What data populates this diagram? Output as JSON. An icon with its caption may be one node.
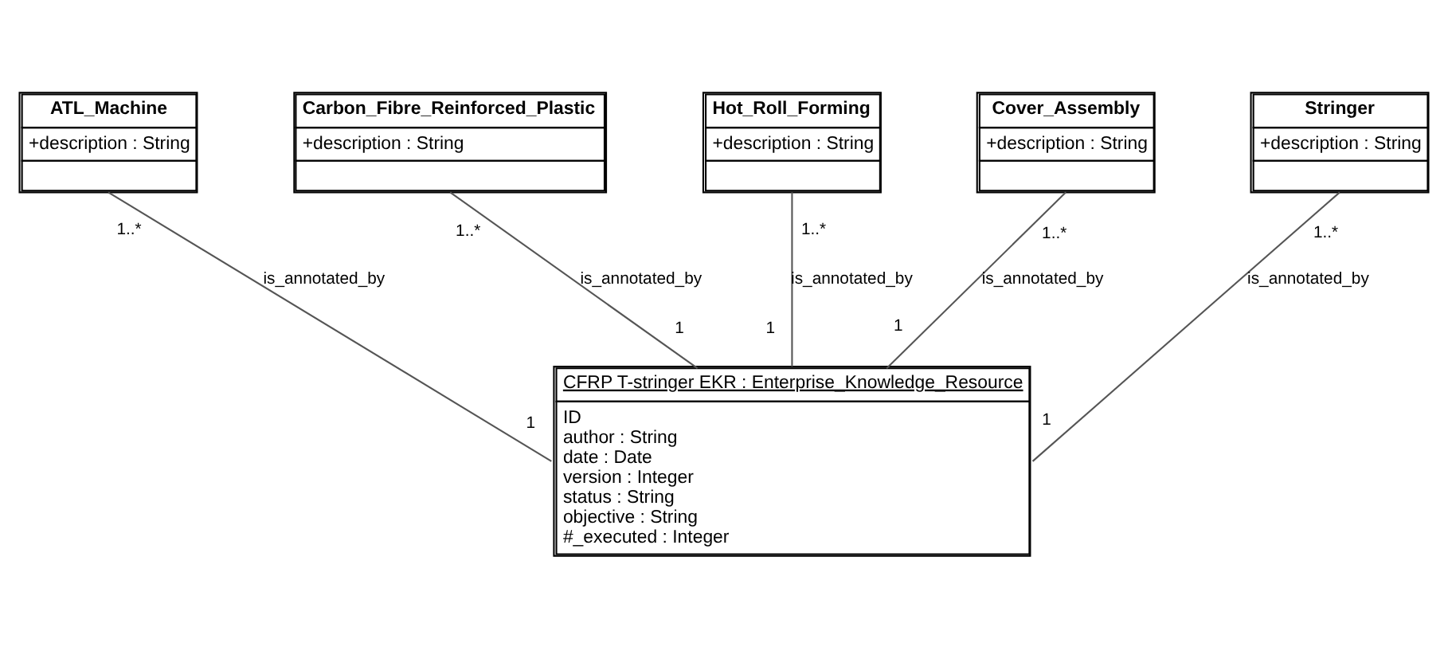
{
  "diagram": {
    "nodes": [
      {
        "text": [
          "Hot_Roll_Forming",
          "+description : String"
        ]
      },
      {
        "text": [
          "Carbon_Fibre_Reinforced_Plastic",
          "+description : String"
        ]
      },
      {
        "text": [
          "Cover_Assembly",
          "+description : String"
        ]
      },
      {
        "text": [
          "ATL_Machine",
          "+description : String"
        ]
      },
      {
        "text": [
          "Stringer",
          "+description : String"
        ]
      },
      {
        "text": [
          "CFRP T-stringer EKR : Enterprise_Knowledge_Resource",
          "ID",
          "author : String",
          "date : Date",
          "version : Integer",
          "status : String",
          "objective : String",
          "#_executed : Integer"
        ]
      }
    ],
    "edges": [
      {
        "from": 5,
        "to": 0,
        "arrow": "none",
        "label": "is_annotated_by"
      },
      {
        "from": 5,
        "to": 1,
        "arrow": "none",
        "label": "is_annotated_by"
      },
      {
        "from": 5,
        "to": 2,
        "arrow": "none",
        "label": "is_annotated_by"
      },
      {
        "from": 5,
        "to": 3,
        "arrow": "none",
        "label": "is_annotated_by"
      },
      {
        "from": 5,
        "to": 4,
        "arrow": "none",
        "label": "is_annotated_by"
      }
    ],
    "labels": [
      "1..*",
      "1..*",
      "1..*",
      "1",
      "1",
      "1",
      "1..*",
      "1..*",
      "1",
      "1"
    ]
  }
}
